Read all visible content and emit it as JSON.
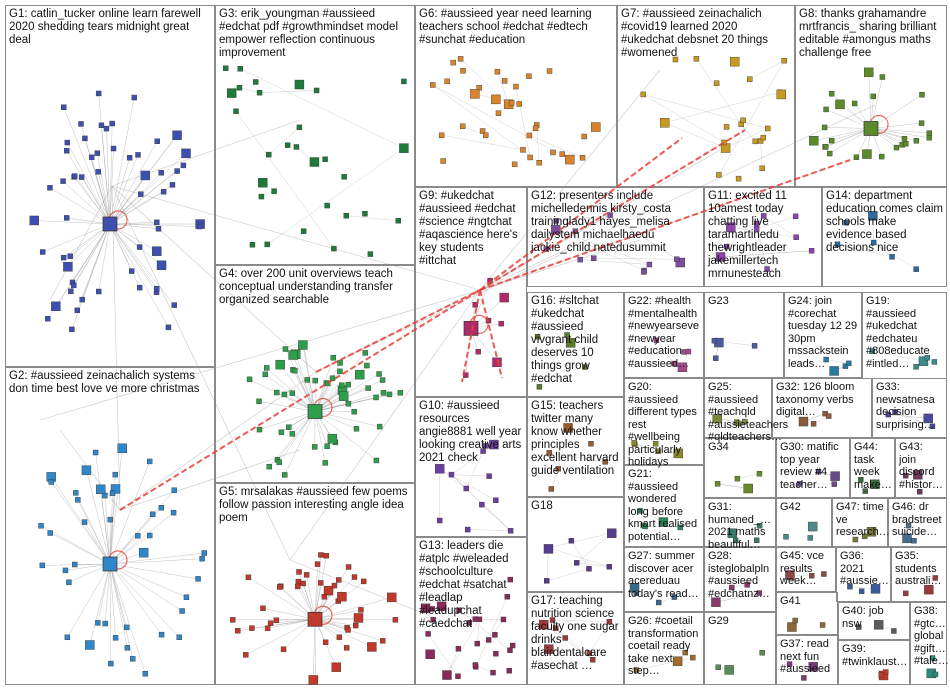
{
  "colors": {
    "border": "#8a8a8a",
    "edge": "#9a9a9a",
    "highlight_edge": "#e8403a"
  },
  "groups": [
    {
      "id": "G1",
      "label": "G1: catlin_tucker online learn farewell 2020 shedding tears midnight great deal",
      "node_color": "#3f4fb0"
    },
    {
      "id": "G2",
      "label": "G2: #aussieed zeinachalich systems don time best love ve more christmas",
      "node_color": "#2f86c8"
    },
    {
      "id": "G3",
      "label": "G3: erik_youngman #aussieed #edchat pdf #growthmindset model empower reflection continuous improvement",
      "node_color": "#1e7a3a"
    },
    {
      "id": "G4",
      "label": "G4: over 200 unit overviews teach conceptual understanding transfer organized searchable",
      "node_color": "#2e9e4a"
    },
    {
      "id": "G5",
      "label": "G5: mrsalakas #aussieed few poems follow passion interesting angle idea poem",
      "node_color": "#c0392b"
    },
    {
      "id": "G6",
      "label": "G6: #aussieed year need learning teachers school #edchat #edtech #sunchat #education",
      "node_color": "#d9842b"
    },
    {
      "id": "G7",
      "label": "G7: #aussieed zeinachalich #covid19 learned 2020 #ukedchat debsnet 20 things #womened",
      "node_color": "#c79a1e"
    },
    {
      "id": "G8",
      "label": "G8: thanks grahamandre mrtfrancis_ sharing brilliant editable #amongus maths challenge free",
      "node_color": "#5a8a2a"
    },
    {
      "id": "G9",
      "label": "G9: #ukedchat #aussieed #edchat #science #ngtchat #aqascience here's key students #ittchat",
      "node_color": "#b02a6a"
    },
    {
      "id": "G10",
      "label": "G10: #aussieed resources angie8881 well year looking creative arts 2021 check",
      "node_color": "#6a3fa0"
    },
    {
      "id": "G11",
      "label": "G11: excited 11 10amest today chatting live taramartinedu thewrightleader jakemillertech mrnunesteach",
      "node_color": "#8e44ad"
    },
    {
      "id": "G12",
      "label": "G12: presenters include michelledennis kirsty_costa traininglady1 hayes_melisa dailystem michaelhaedu jackie_child natedusummit",
      "node_color": "#7a4fa0"
    },
    {
      "id": "G13",
      "label": "G13: leaders die #atplc #weleaded #schoolculture #edchat #satchat #leadlap #leadupchat #caedchat",
      "node_color": "#8a2a5a"
    },
    {
      "id": "G14",
      "label": "G14: department education comes claim schools make evidence based decisions nice",
      "node_color": "#2a6aa0"
    },
    {
      "id": "G15",
      "label": "G15: teachers twitter many know whether principles excellent harvard guide ventilation",
      "node_color": "#9a5a2a"
    },
    {
      "id": "G16",
      "label": "G16: #sltchat #ukedchat #aussieed vivgrant child deserves 10 things grow #edchat",
      "node_color": "#5a7a2a"
    },
    {
      "id": "G17",
      "label": "G17: teaching nutrition science faculty one sugar drinks blairdentalcare #asechat …",
      "node_color": "#a03a3a"
    },
    {
      "id": "G18",
      "label": "G18",
      "node_color": "#5a3a8a"
    },
    {
      "id": "G19",
      "label": "G19: #aussieed #ukedchat #edchateu #808educate #intled…",
      "node_color": "#3a8a8a"
    },
    {
      "id": "G20",
      "label": "G20: #aussieed different types rest #wellbeing particularly holidays",
      "node_color": "#8a8a2a"
    },
    {
      "id": "G21",
      "label": "G21: #aussieed wondered long before kmart realised potential…",
      "node_color": "#2a8a5a"
    },
    {
      "id": "G22",
      "label": "G22: #health #mentalhealth #newyearseve #newyear #education #aussieed…",
      "node_color": "#a04a8a"
    },
    {
      "id": "G23",
      "label": "G23",
      "node_color": "#4a5aa0"
    },
    {
      "id": "G24",
      "label": "G24: join #corechat tuesday 12 29 30pm mssackstein leads…",
      "node_color": "#2a7aa0"
    },
    {
      "id": "G25",
      "label": "G25: #aussieed #teachqld #aussieteachers #qldteachers…",
      "node_color": "#7a8a3a"
    },
    {
      "id": "G26",
      "label": "G26: #coetail transformation coetail ready take next step…",
      "node_color": "#a06a2a"
    },
    {
      "id": "G27",
      "label": "G27: summer discover acer acereduau today's read…",
      "node_color": "#3a6a8a"
    },
    {
      "id": "G28",
      "label": "G28: isteglobalpln #aussieed #edchatnz…",
      "node_color": "#8a3a6a"
    },
    {
      "id": "G29",
      "label": "G29",
      "node_color": "#5a8a5a"
    },
    {
      "id": "G30",
      "label": "G30: matific top year review #4 teacher…",
      "node_color": "#6a4a8a"
    },
    {
      "id": "G31",
      "label": "G31: humaned_… 2021 maths beautiful…",
      "node_color": "#3a7a6a"
    },
    {
      "id": "G32",
      "label": "G32: 126 bloom taxonomy verbs digital…",
      "node_color": "#8a5a3a"
    },
    {
      "id": "G33",
      "label": "G33: newsatnesa decision surprising…",
      "node_color": "#4a4a9a"
    },
    {
      "id": "G34",
      "label": "G34",
      "node_color": "#6a8a2a"
    },
    {
      "id": "G35",
      "label": "G35: students australi…",
      "node_color": "#9a3a3a"
    },
    {
      "id": "G36",
      "label": "G36: 2021 #aussie…",
      "node_color": "#3a5a9a"
    },
    {
      "id": "G37",
      "label": "G37: read next fun #aussieed",
      "node_color": "#7a3a7a"
    },
    {
      "id": "G38",
      "label": "G38: #gtc… global #gift… #tale…",
      "node_color": "#2a8a7a"
    },
    {
      "id": "G39",
      "label": "G39: #twinklaust…",
      "node_color": "#c0392b"
    },
    {
      "id": "G40",
      "label": "G40: job nsw",
      "node_color": "#5a5a5a"
    },
    {
      "id": "G41",
      "label": "G41",
      "node_color": "#8a6a3a"
    },
    {
      "id": "G42",
      "label": "G42",
      "node_color": "#4a8a8a"
    },
    {
      "id": "G43",
      "label": "G43: join discord #histor…",
      "node_color": "#6a3a5a"
    },
    {
      "id": "G44",
      "label": "G44: task week make…",
      "node_color": "#3a6a3a"
    },
    {
      "id": "G45",
      "label": "G45: vce results week…",
      "node_color": "#8a4a4a"
    },
    {
      "id": "G46",
      "label": "G46: dr bradstreet suicide…",
      "node_color": "#4a6a8a"
    },
    {
      "id": "G47",
      "label": "G47: time ve research…",
      "node_color": "#7a7a3a"
    }
  ]
}
